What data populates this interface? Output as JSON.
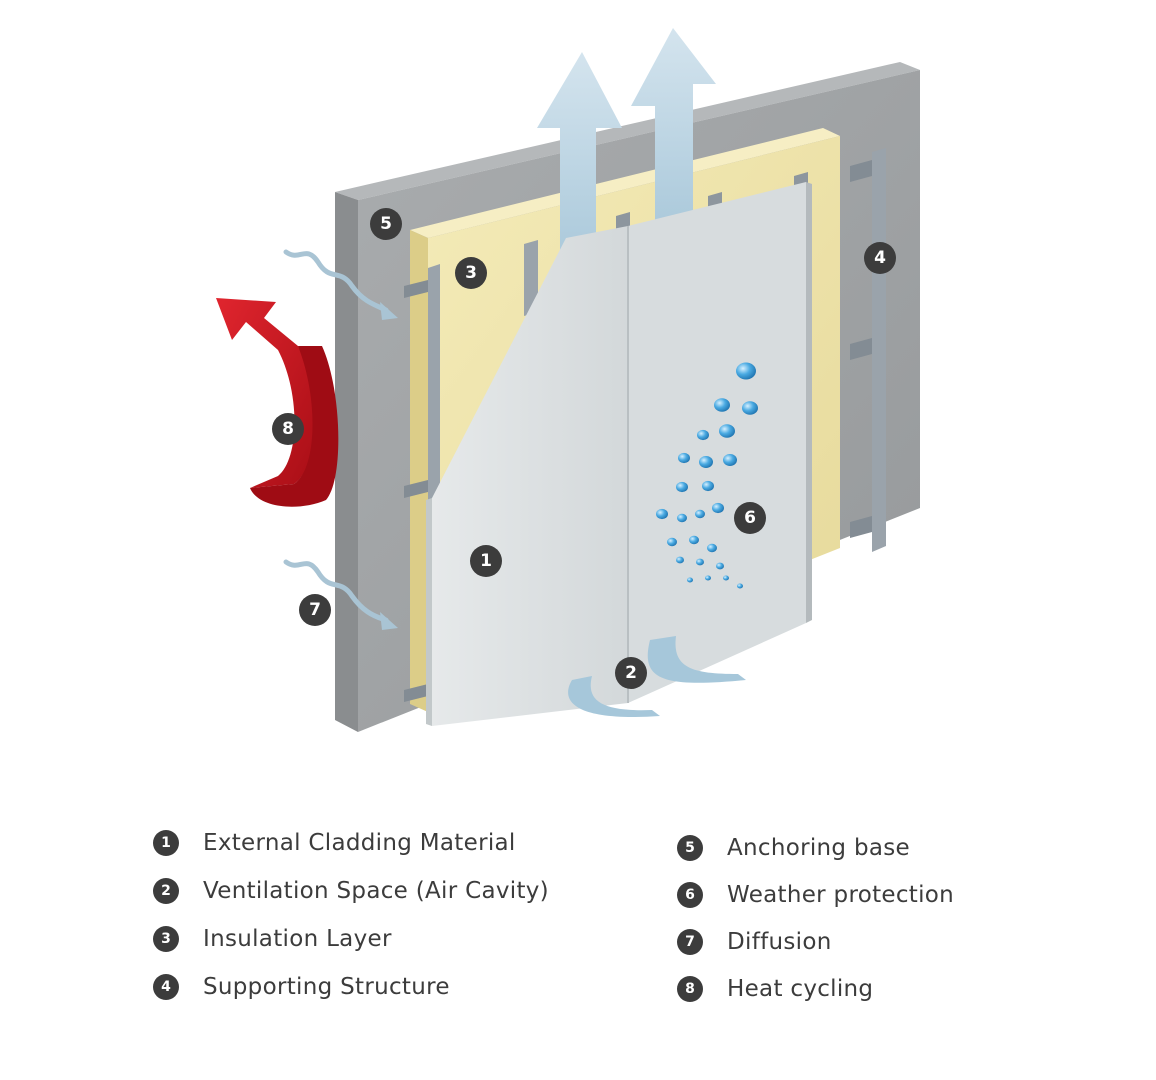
{
  "legend": [
    {
      "num": "1",
      "label": "External Cladding Material"
    },
    {
      "num": "2",
      "label": "Ventilation Space (Air Cavity)"
    },
    {
      "num": "3",
      "label": "Insulation Layer"
    },
    {
      "num": "4",
      "label": "Supporting Structure"
    },
    {
      "num": "5",
      "label": "Anchoring base"
    },
    {
      "num": "6",
      "label": "Weather protection"
    },
    {
      "num": "7",
      "label": "Diffusion"
    },
    {
      "num": "8",
      "label": "Heat cycling"
    }
  ],
  "colors": {
    "concrete": "#a3a6a8",
    "insulation": "#efe4a8",
    "cladding": "#dde1e2",
    "airflow": "#b8d3e2",
    "heat_arrow": "#c8141e",
    "badge": "#3c3c3c",
    "water_drop": "#3d9fd8"
  }
}
